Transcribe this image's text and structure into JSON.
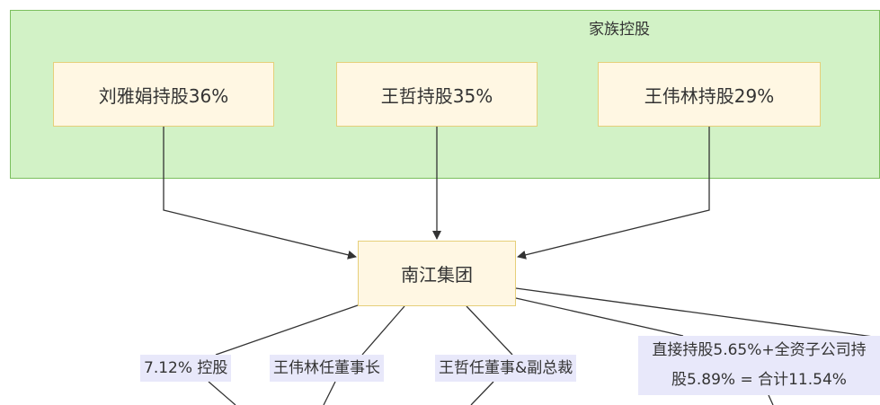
{
  "cluster": {
    "title": "家族控股"
  },
  "nodes": {
    "liu": "刘雅娟持股36%",
    "wz": "王哲持股35%",
    "wwl": "王伟林持股29%",
    "nanjiang": "南江集团"
  },
  "edge_labels": {
    "control": "7.12% 控股",
    "chairman": "王伟林任董事长",
    "director": "王哲任董事&副总裁",
    "holding_line1": "直接持股5.65%+全资子公司持",
    "holding_line2": "股5.89% = 合计11.54%"
  },
  "colors": {
    "cluster_fill": "#d2f2c6",
    "cluster_border": "#7bbf5e",
    "node_fill": "#fff7e3",
    "node_border": "#e6cf7a",
    "label_fill": "#e8e8fa",
    "edge": "#333333"
  }
}
